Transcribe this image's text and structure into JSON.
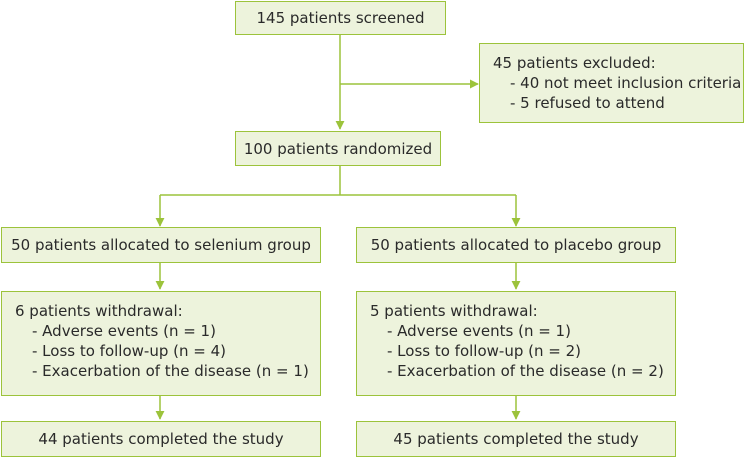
{
  "diagram": {
    "screened": "145 patients screened",
    "excluded": {
      "title": "45 patients excluded:",
      "items": [
        "- 40 not meet inclusion criteria",
        "- 5 refused to attend"
      ]
    },
    "randomized": "100 patients randomized",
    "selenium_arm": {
      "allocated": "50 patients allocated to selenium group",
      "withdrawal_title": "6 patients withdrawal:",
      "withdrawal_items": [
        "- Adverse events (n = 1)",
        "- Loss to follow-up (n = 4)",
        "- Exacerbation of the disease (n = 1)"
      ],
      "completed": "44 patients completed the study"
    },
    "placebo_arm": {
      "allocated": "50 patients allocated to placebo group",
      "withdrawal_title": "5 patients withdrawal:",
      "withdrawal_items": [
        "- Adverse events (n = 1)",
        "- Loss to follow-up (n = 2)",
        "- Exacerbation of the disease (n = 2)"
      ],
      "completed": "45 patients completed the study"
    }
  },
  "colors": {
    "box_fill": "#edf3dc",
    "border": "#9cc33b",
    "connector": "#9cc33b",
    "text": "#2a2a2a"
  }
}
